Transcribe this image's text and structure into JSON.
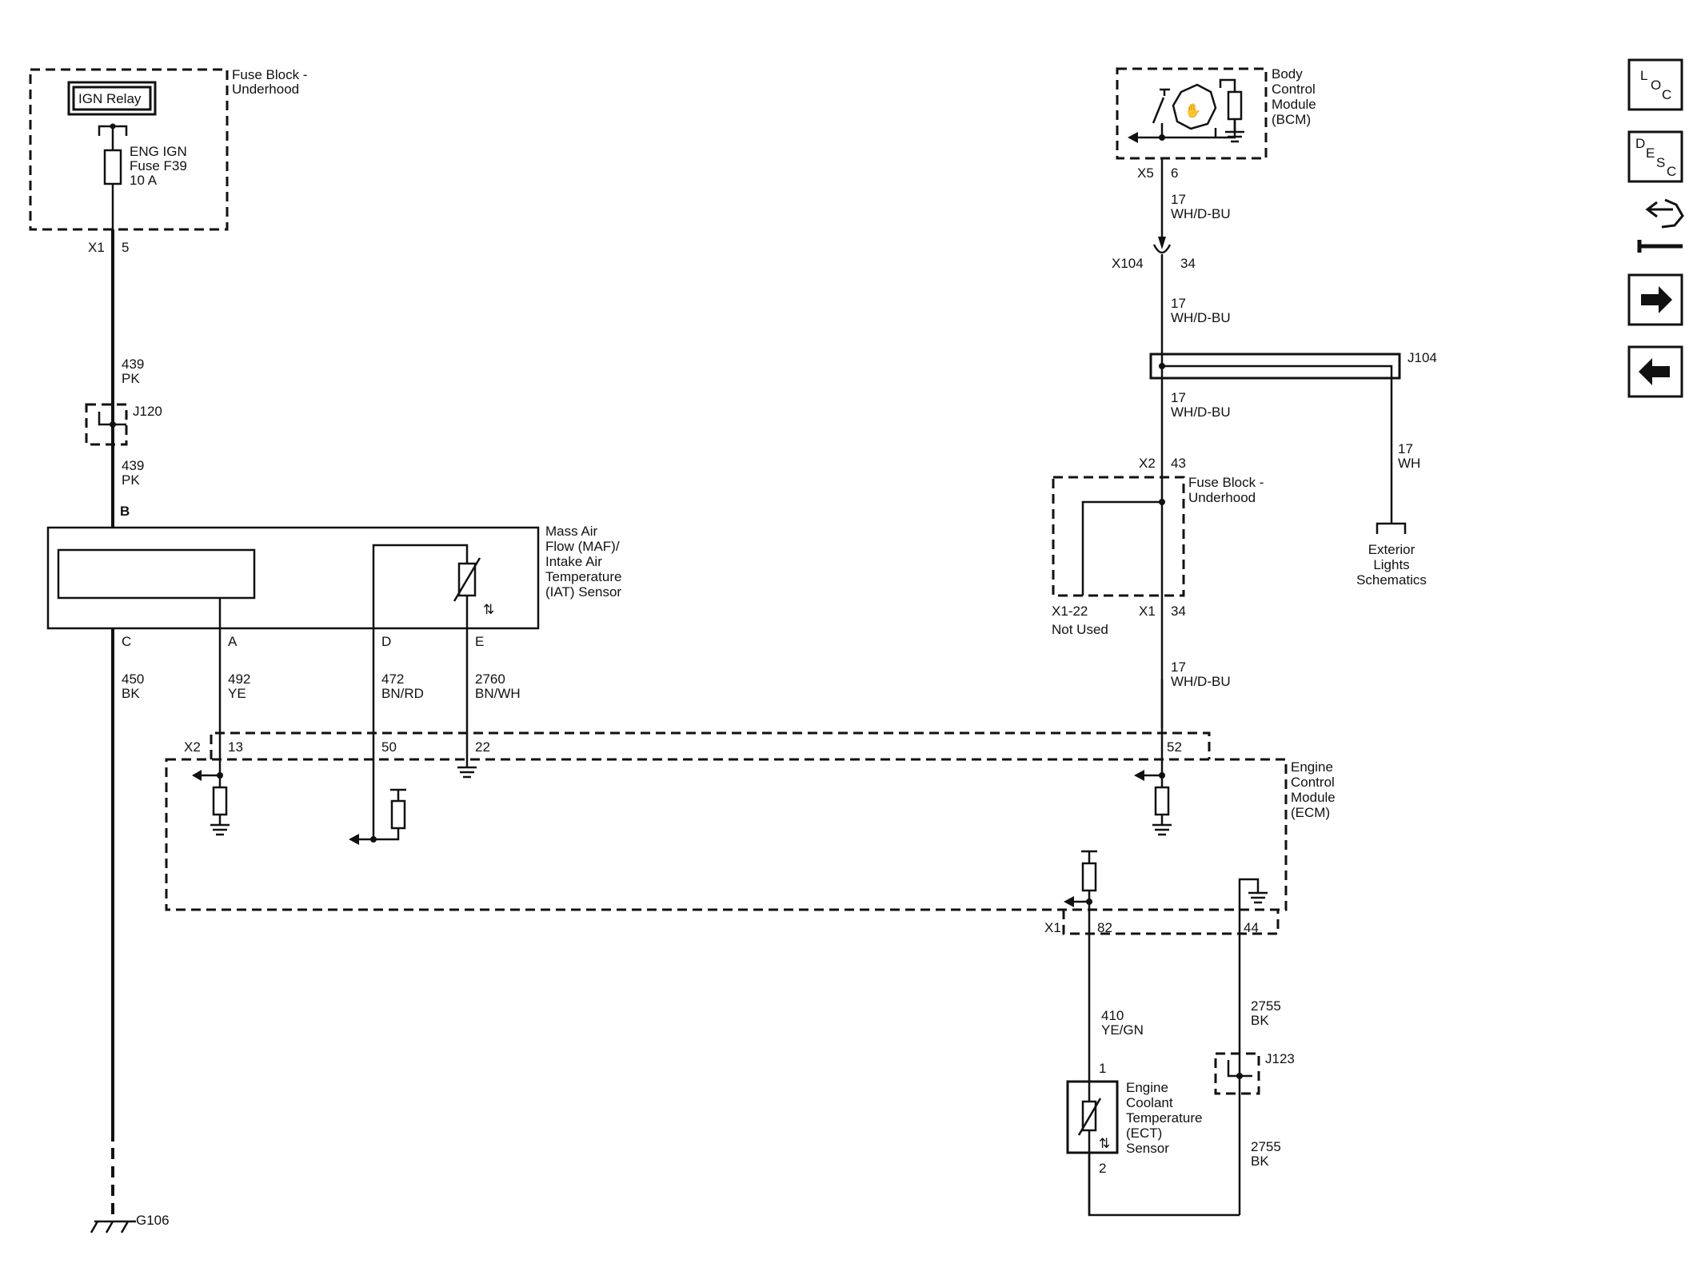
{
  "fuse_block_top": {
    "name_line1": "Fuse Block -",
    "name_line2": "Underhood",
    "relay": "IGN Relay",
    "fuse_line1": "ENG IGN",
    "fuse_line2": "Fuse F39",
    "fuse_line3": "10 A",
    "connector": "X1",
    "pin": "5"
  },
  "wire_439_a": {
    "circuit": "439",
    "color": "PK"
  },
  "splice_j120": "J120",
  "wire_439_b": {
    "circuit": "439",
    "color": "PK"
  },
  "maf_sensor": {
    "pin_b": "B",
    "name_line1": "Mass Air",
    "name_line2": "Flow (MAF)/",
    "name_line3": "Intake Air",
    "name_line4": "Temperature",
    "name_line5": "(IAT) Sensor",
    "pin_c": "C",
    "pin_a": "A",
    "pin_d": "D",
    "pin_e": "E"
  },
  "wire_450": {
    "circuit": "450",
    "color": "BK"
  },
  "wire_492": {
    "circuit": "492",
    "color": "YE"
  },
  "wire_472": {
    "circuit": "472",
    "color": "BN/RD"
  },
  "wire_2760": {
    "circuit": "2760",
    "color": "BN/WH"
  },
  "ground_g106": "G106",
  "ecm": {
    "name_line1": "Engine",
    "name_line2": "Control",
    "name_line3": "Module",
    "name_line4": "(ECM)",
    "x2_connector": "X2",
    "pin_13": "13",
    "pin_50": "50",
    "pin_22": "22",
    "pin_52": "52",
    "x1_connector": "X1",
    "pin_82": "82",
    "pin_44": "44"
  },
  "bcm": {
    "name_line1": "Body",
    "name_line2": "Control",
    "name_line3": "Module",
    "name_line4": "(BCM)",
    "connector": "X5",
    "pin": "6"
  },
  "wire_17_a": {
    "circuit": "17",
    "color": "WH/D-BU"
  },
  "inline_x104": {
    "connector": "X104",
    "pin": "34"
  },
  "wire_17_b": {
    "circuit": "17",
    "color": "WH/D-BU"
  },
  "splice_j104": "J104",
  "wire_17_c": {
    "circuit": "17",
    "color": "WH/D-BU"
  },
  "wire_17_wh": {
    "circuit": "17",
    "color": "WH"
  },
  "exterior_lights": {
    "line1": "Exterior",
    "line2": "Lights",
    "line3": "Schematics"
  },
  "fuse_block_mid": {
    "top_connector": "X2",
    "top_pin": "43",
    "name_line1": "Fuse Block -",
    "name_line2": "Underhood",
    "unused_pin": "X1-22",
    "unused_label": "Not Used",
    "bottom_connector": "X1",
    "bottom_pin": "34"
  },
  "wire_17_d": {
    "circuit": "17",
    "color": "WH/D-BU"
  },
  "wire_410": {
    "circuit": "410",
    "color": "YE/GN"
  },
  "wire_2755_a": {
    "circuit": "2755",
    "color": "BK"
  },
  "splice_j123": "J123",
  "wire_2755_b": {
    "circuit": "2755",
    "color": "BK"
  },
  "ect_sensor": {
    "pin_1": "1",
    "name_line1": "Engine",
    "name_line2": "Coolant",
    "name_line3": "Temperature",
    "name_line4": "(ECT)",
    "name_line5": "Sensor",
    "pin_2": "2"
  },
  "nav": {
    "loc": {
      "l": "L",
      "o": "O",
      "c": "C"
    },
    "desc": {
      "d": "D",
      "e": "E",
      "s": "S",
      "c": "C"
    }
  }
}
